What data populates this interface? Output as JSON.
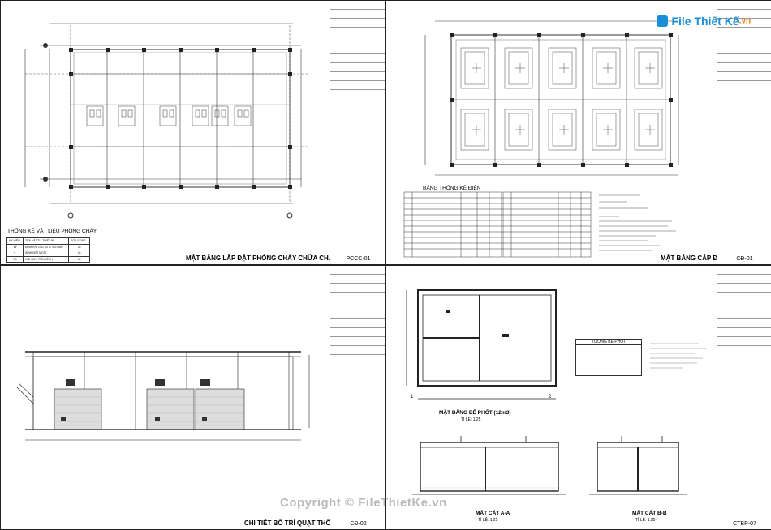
{
  "logo": {
    "text": "File Thiết Kế",
    "suffix": ".vn"
  },
  "watermark": "Copyright © FileThietKe.vn",
  "sheets": {
    "fire": {
      "title": "MẶT BẰNG LẮP ĐẶT PHÒNG CHÁY CHỮA CHÁY",
      "code": "PCCC-01",
      "stats_title": "THỐNG KÊ VẬT LIỆU PHÒNG CHÁY",
      "stats_headers": [
        "KÝ HIỆU",
        "TÊN VẬT TƯ THIẾT BỊ",
        "SỐ LƯỢNG"
      ],
      "stats_rows": [
        [
          "⊕",
          "BÌNH KHÍ CO2 MT5 / BỘ DÁN",
          "04"
        ],
        [
          "◐",
          "BÌNH BỘT MFZ4",
          "04"
        ],
        [
          "▭",
          "NỘI QUY, TIÊU LỆNH",
          "04"
        ]
      ]
    },
    "elec": {
      "title": "MẶT BẰNG CẤP ĐIỆN",
      "code": "CĐ-01",
      "stats_title": "BẢNG THỐNG KÊ ĐIỆN"
    },
    "wc": {
      "title": "CHI TIẾT BỐ TRÍ QUẠT THÔNG GIÓ WC",
      "code": "CĐ-02"
    },
    "septic": {
      "plan_title": "MẶT BẰNG BỂ PHỐT (12m3)",
      "plan_scale": "TỈ LỆ: 1:25",
      "section_a": "MẶT CẮT A-A",
      "section_a_scale": "TỈ LỆ: 1:25",
      "section_b": "MẶT CẮT B-B",
      "section_b_scale": "TỈ LỆ: 1:25",
      "note_title": "TƯỜNG BỂ PHỐT",
      "axis_1": "1",
      "axis_2": "2",
      "code": "CTBP-07"
    }
  }
}
